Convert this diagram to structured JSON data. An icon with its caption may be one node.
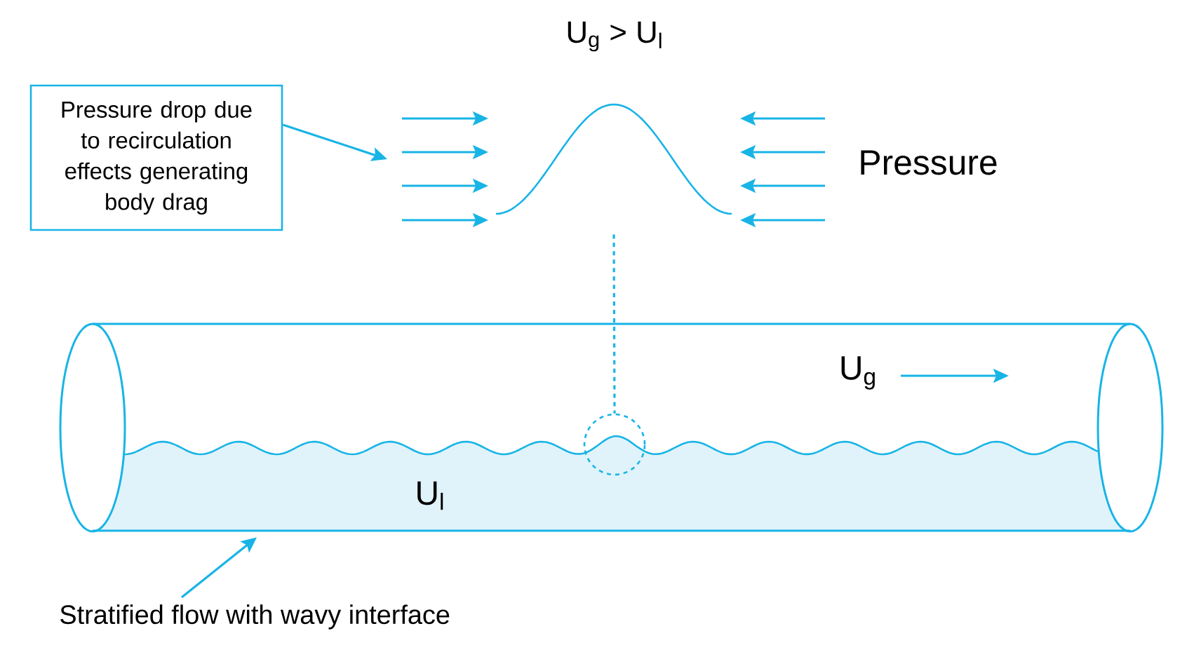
{
  "diagram": {
    "title": "U$_{g}$ > U$_{l}$",
    "nodes": [
      {
        "text": [
          "Pressure drop due to recirculation effects generating body drag"
        ]
      },
      {
        "text": [],
        "shape": "wave"
      },
      {
        "text": [],
        "shape": "cylinder"
      },
      {
        "text": [],
        "shape": "circle",
        "in": 2
      },
      {
        "text": [
          "Stratified flow with wavy interface"
        ]
      }
    ],
    "edges": [
      {
        "from": 0,
        "to": null,
        "arrow": "to"
      },
      {
        "from": 1,
        "to": 3,
        "arrow": "none",
        "style": "dashed"
      },
      {
        "from": 4,
        "to": 2,
        "arrow": "to"
      }
    ],
    "labels": [
      "Pressure",
      "U$_{g}$",
      "U$_{l}$"
    ]
  }
}
